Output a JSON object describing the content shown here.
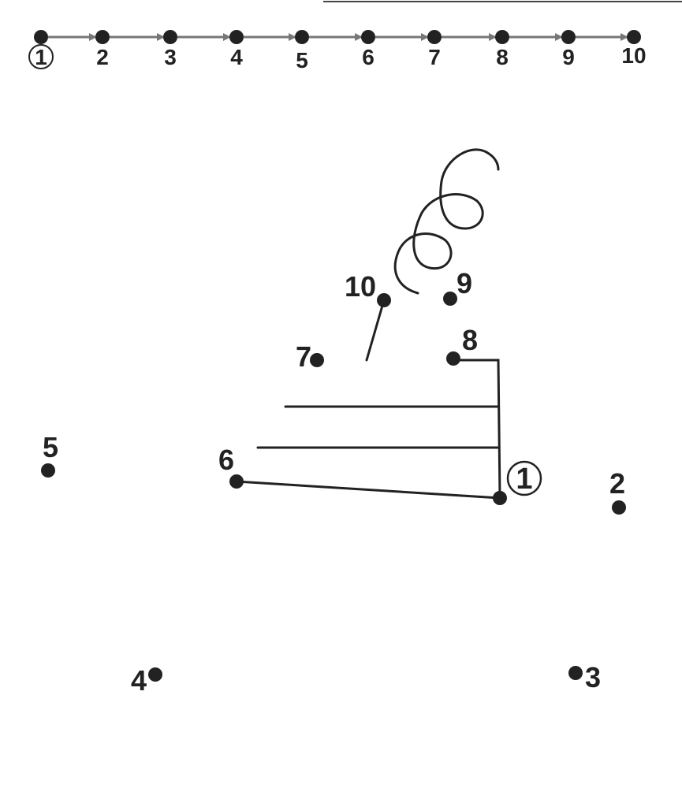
{
  "colors": {
    "ink": "#222222",
    "guide_arrow": "#777777",
    "paper": "#ffffff"
  },
  "guide": {
    "labels": [
      "1",
      "2",
      "3",
      "4",
      "5",
      "6",
      "7",
      "8",
      "9",
      "10"
    ],
    "start_label_circled": true
  },
  "puzzle": {
    "labels": [
      "1",
      "2",
      "3",
      "4",
      "5",
      "6",
      "7",
      "8",
      "9",
      "10"
    ],
    "start_label_circled": true
  }
}
